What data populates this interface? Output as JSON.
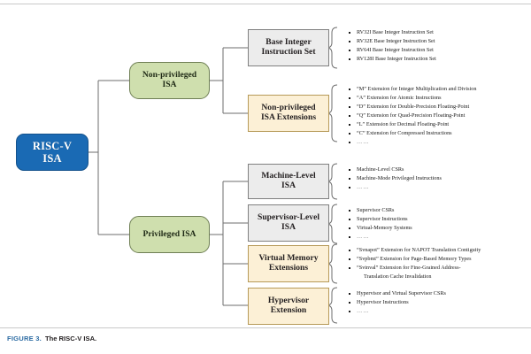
{
  "figure": {
    "number": "FIGURE 3.",
    "title": "The RISC-V ISA."
  },
  "colors": {
    "root_fill": "#1a6ab4",
    "green_fill": "#cfdfae",
    "grey_fill": "#ececec",
    "cream_fill": "#fcf0d6",
    "caption_accent": "#2e6da4"
  },
  "diagram": {
    "type": "tree",
    "root": {
      "label": "RISC-V ISA",
      "line1": "RISC-V",
      "line2": "ISA"
    },
    "branches": [
      {
        "label": "Non-privileged ISA",
        "line1": "Non-privileged",
        "line2": "ISA",
        "children": [
          {
            "label": "Base Integer Instruction Set",
            "line1": "Base Integer",
            "line2": "Instruction Set",
            "style": "grey",
            "items": [
              "RV32I Base Integer Instruction Set",
              "RV32E Base Integer Instruction Set",
              "RV64I Base Integer Instruction Set",
              "RV128I Base Integer Instruction Set"
            ]
          },
          {
            "label": "Non-privileged ISA Extensions",
            "line1": "Non-privileged",
            "line2": "ISA Extensions",
            "style": "cream",
            "items": [
              "“M”  Extension for Integer Multiplication and Division",
              "“A”  Extension for Atomic Instructions",
              "“D”  Extension for Double-Precision Floating-Point",
              "“Q”  Extension for Quad-Precision Floating-Point",
              "“L”  Extension for Decimal Floating-Point",
              "“C”  Extension for Compressed Instructions",
              "……"
            ]
          }
        ]
      },
      {
        "label": "Privileged ISA",
        "line1": "Privileged ISA",
        "line2": "",
        "children": [
          {
            "label": "Machine-Level ISA",
            "line1": "Machine-Level",
            "line2": "ISA",
            "style": "grey",
            "items": [
              "Machine-Level CSRs",
              "Machine-Mode Privileged Instructions",
              "……"
            ]
          },
          {
            "label": "Supervisor-Level ISA",
            "line1": "Supervisor-Level",
            "line2": "ISA",
            "style": "grey",
            "items": [
              "Supervisor CSRs",
              "Supervisor Instructions",
              "Virtual-Memory Systems",
              "……"
            ]
          },
          {
            "label": "Virtual Memory Extensions",
            "line1": "Virtual Memory",
            "line2": "Extensions",
            "style": "cream",
            "items": [
              "“Svnapot”  Extension for NAPOT Translation Contiguity",
              "“Svpbmt”  Extension for Page-Based Memory Types",
              "“Svinval”  Extension for Fine-Grained Address-",
              "Translation Cache Invalidation"
            ]
          },
          {
            "label": "Hypervisor Extension",
            "line1": "Hypervisor",
            "line2": "Extension",
            "style": "cream",
            "items": [
              "Hypervisor and Virtual Supervisor CSRs",
              "Hypervisor Instructions",
              "……"
            ]
          }
        ]
      }
    ]
  }
}
